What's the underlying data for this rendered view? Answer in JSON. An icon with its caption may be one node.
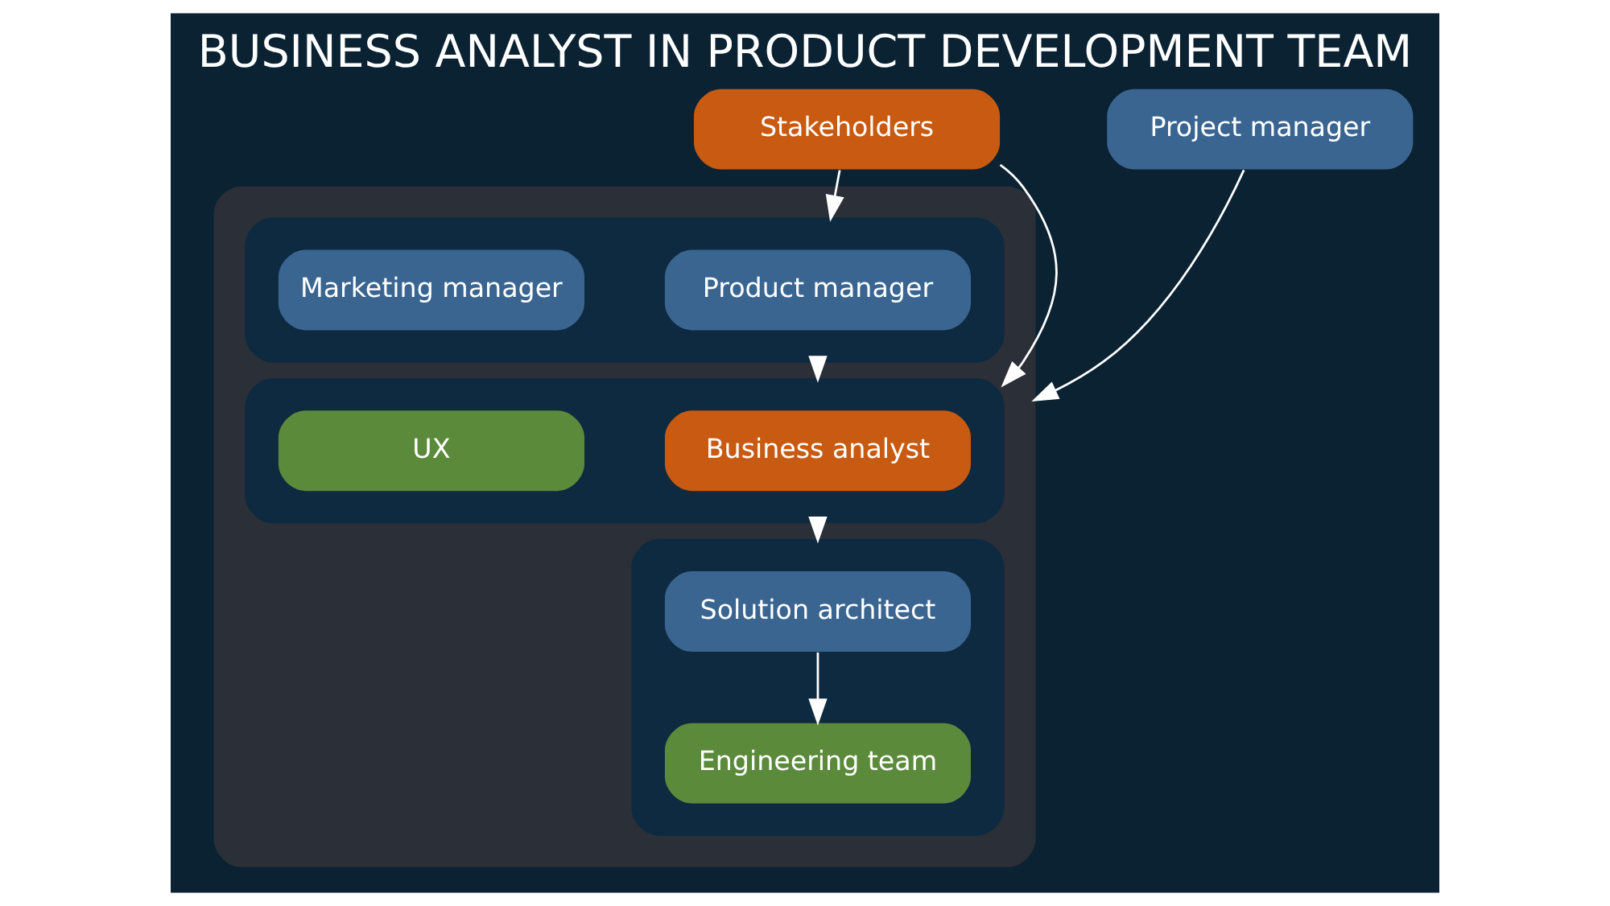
{
  "diagram": {
    "title": "BUSINESS ANALYST IN PRODUCT DEVELOPMENT TEAM",
    "nodes": [
      {
        "text": [
          "Stakeholders"
        ]
      },
      {
        "text": [
          "Project manager"
        ]
      },
      {
        "text": [],
        "shape": "box"
      },
      {
        "text": [],
        "shape": "box",
        "in": 2
      },
      {
        "text": [
          "Product manager"
        ],
        "in": 3
      },
      {
        "text": [
          "Marketing manager"
        ],
        "in": 3
      },
      {
        "text": [],
        "shape": "box",
        "in": 2
      },
      {
        "text": [
          "Business analyst"
        ],
        "in": 6
      },
      {
        "text": [
          "UX"
        ],
        "in": 6
      },
      {
        "text": [],
        "shape": "box",
        "in": 2
      },
      {
        "text": [
          "Solution architect"
        ],
        "in": 9
      },
      {
        "text": [
          "Engineering team"
        ],
        "in": 9
      }
    ],
    "edges": [
      {
        "from": 0,
        "to": 3,
        "arrow": "to"
      },
      {
        "from": 0,
        "to": 6,
        "arrow": "to"
      },
      {
        "from": 1,
        "to": 2,
        "arrow": "to"
      },
      {
        "from": 3,
        "to": 6,
        "arrow": "to"
      },
      {
        "from": 6,
        "to": 9,
        "arrow": "to"
      },
      {
        "from": 10,
        "to": 11,
        "arrow": "to"
      }
    ]
  }
}
